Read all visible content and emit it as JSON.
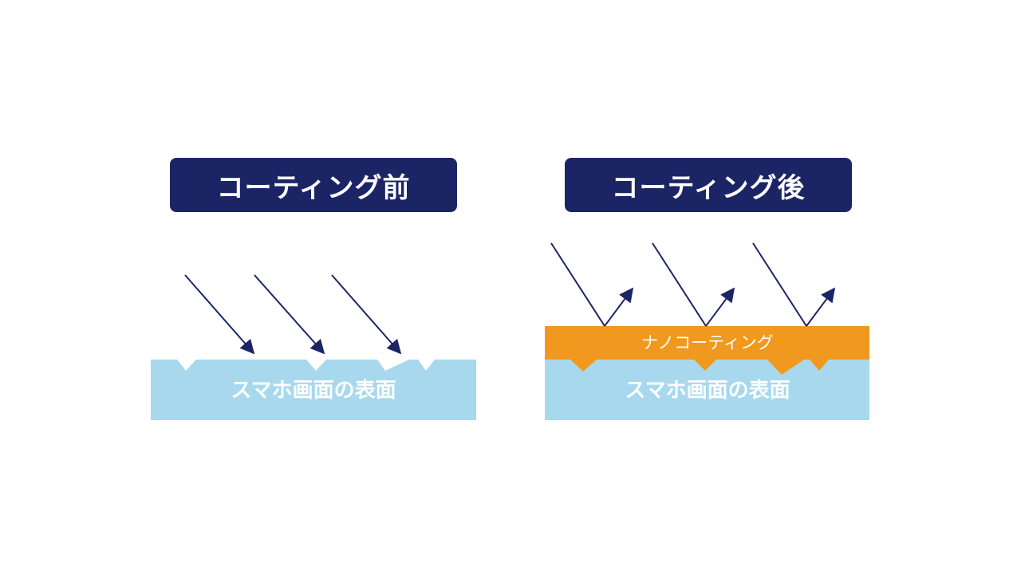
{
  "diagram": {
    "before": {
      "title": "コーティング前",
      "surface_label": "スマホ画面の表面"
    },
    "after": {
      "title": "コーティング後",
      "coating_label": "ナノコーティング",
      "surface_label": "スマホ画面の表面"
    }
  },
  "colors": {
    "title_bg": "#1b2566",
    "title_text": "#ffffff",
    "arrow": "#1b2566",
    "surface": "#a8d8ee",
    "coating": "#f0991e",
    "label_text": "#ffffff"
  }
}
